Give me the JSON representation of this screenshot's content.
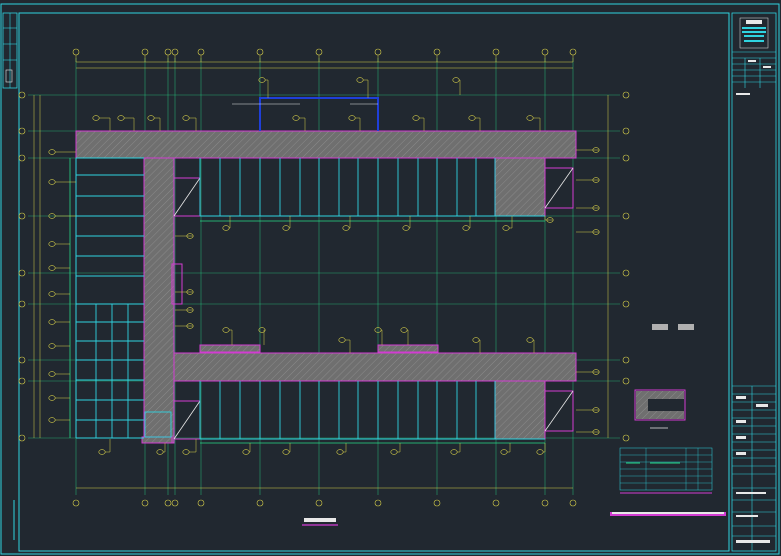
{
  "sheet": {
    "background": "#212830",
    "frame_color": "#2fd3e0",
    "wall_fill": "#6f6f6f",
    "wall_outline": "#d23cd2",
    "grid_color": "#27d987",
    "column_color": "#2fd3e0",
    "tag_color": "#d8d04a",
    "highlight_blue": "#1f3fd8"
  },
  "grid_axes": {
    "vertical_bubbles": [
      "①",
      "②",
      "③",
      "④",
      "⑤",
      "⑥",
      "⑦",
      "⑧",
      "⑨",
      "⑩",
      "⑪",
      "⑫"
    ],
    "horizontal_bubbles": [
      "Ⓐ",
      "Ⓑ",
      "Ⓒ",
      "Ⓓ",
      "Ⓔ",
      "Ⓕ",
      "Ⓖ",
      "Ⓗ",
      "Ⓙ",
      "Ⓚ",
      "Ⓛ"
    ]
  },
  "icons": {
    "north": "north-arrow-icon",
    "section_detail": "section-detail-icon"
  }
}
